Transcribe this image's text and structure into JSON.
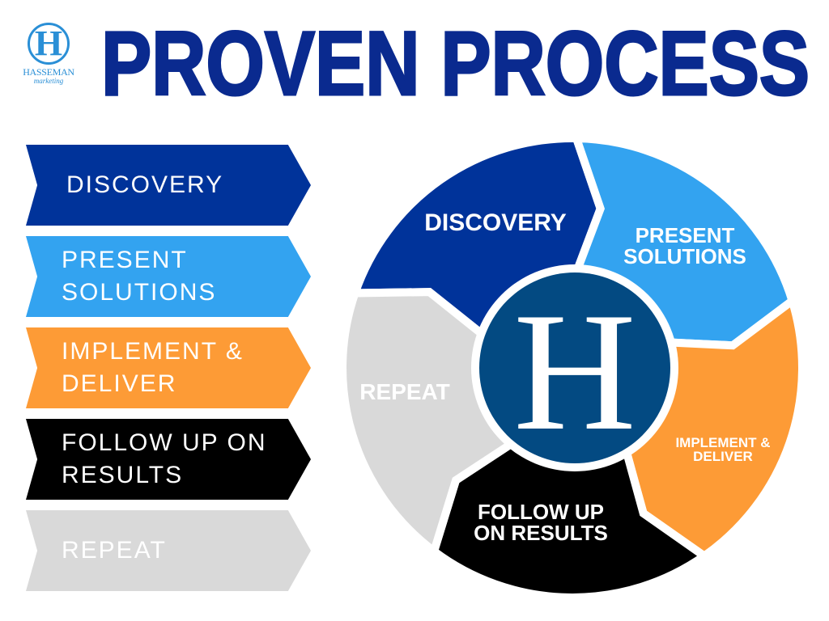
{
  "logo": {
    "letter": "H",
    "name": "HASSEMAN",
    "sub": "marketing"
  },
  "title": "PROVEN PROCESS",
  "colors": {
    "title": "#0a2a8f",
    "discovery": "#00339a",
    "present": "#33a3f0",
    "implement": "#fd9b36",
    "follow": "#000000",
    "repeat": "#d9d9d9",
    "center": "#034a82"
  },
  "steps": [
    {
      "line1": "DISCOVERY",
      "line2": ""
    },
    {
      "line1": "PRESENT",
      "line2": "SOLUTIONS"
    },
    {
      "line1": "IMPLEMENT &",
      "line2": "DELIVER"
    },
    {
      "line1": "FOLLOW UP ON",
      "line2": "RESULTS"
    },
    {
      "line1": "REPEAT",
      "line2": ""
    }
  ],
  "wheel": [
    {
      "line1": "DISCOVERY",
      "line2": ""
    },
    {
      "line1": "PRESENT",
      "line2": "SOLUTIONS"
    },
    {
      "line1": "IMPLEMENT &",
      "line2": "DELIVER"
    },
    {
      "line1": "FOLLOW UP",
      "line2": "ON RESULTS"
    },
    {
      "line1": "REPEAT",
      "line2": ""
    }
  ],
  "center_letter": "H"
}
